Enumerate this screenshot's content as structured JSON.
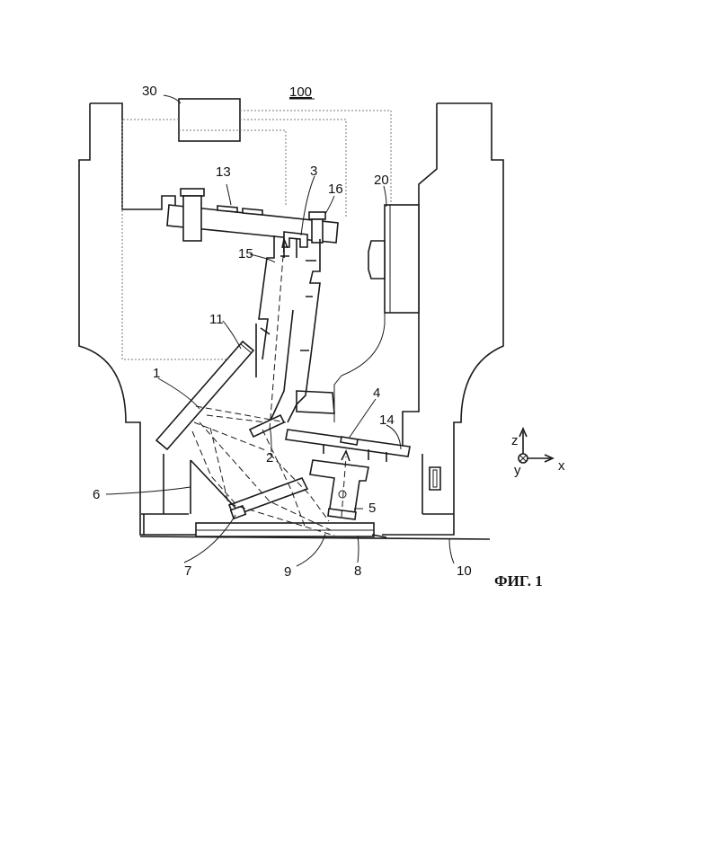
{
  "figure": {
    "caption": "ФИГ. 1",
    "device_label": "100"
  },
  "labels": {
    "l30": "30",
    "l13": "13",
    "l3": "3",
    "l16": "16",
    "l20": "20",
    "l15": "15",
    "l11": "11",
    "l1": "1",
    "l2": "2",
    "l4": "4",
    "l14": "14",
    "l6": "6",
    "l5": "5",
    "l7": "7",
    "l9": "9",
    "l8": "8",
    "l10": "10"
  },
  "axes": {
    "z": "z",
    "y": "y",
    "x": "x"
  }
}
